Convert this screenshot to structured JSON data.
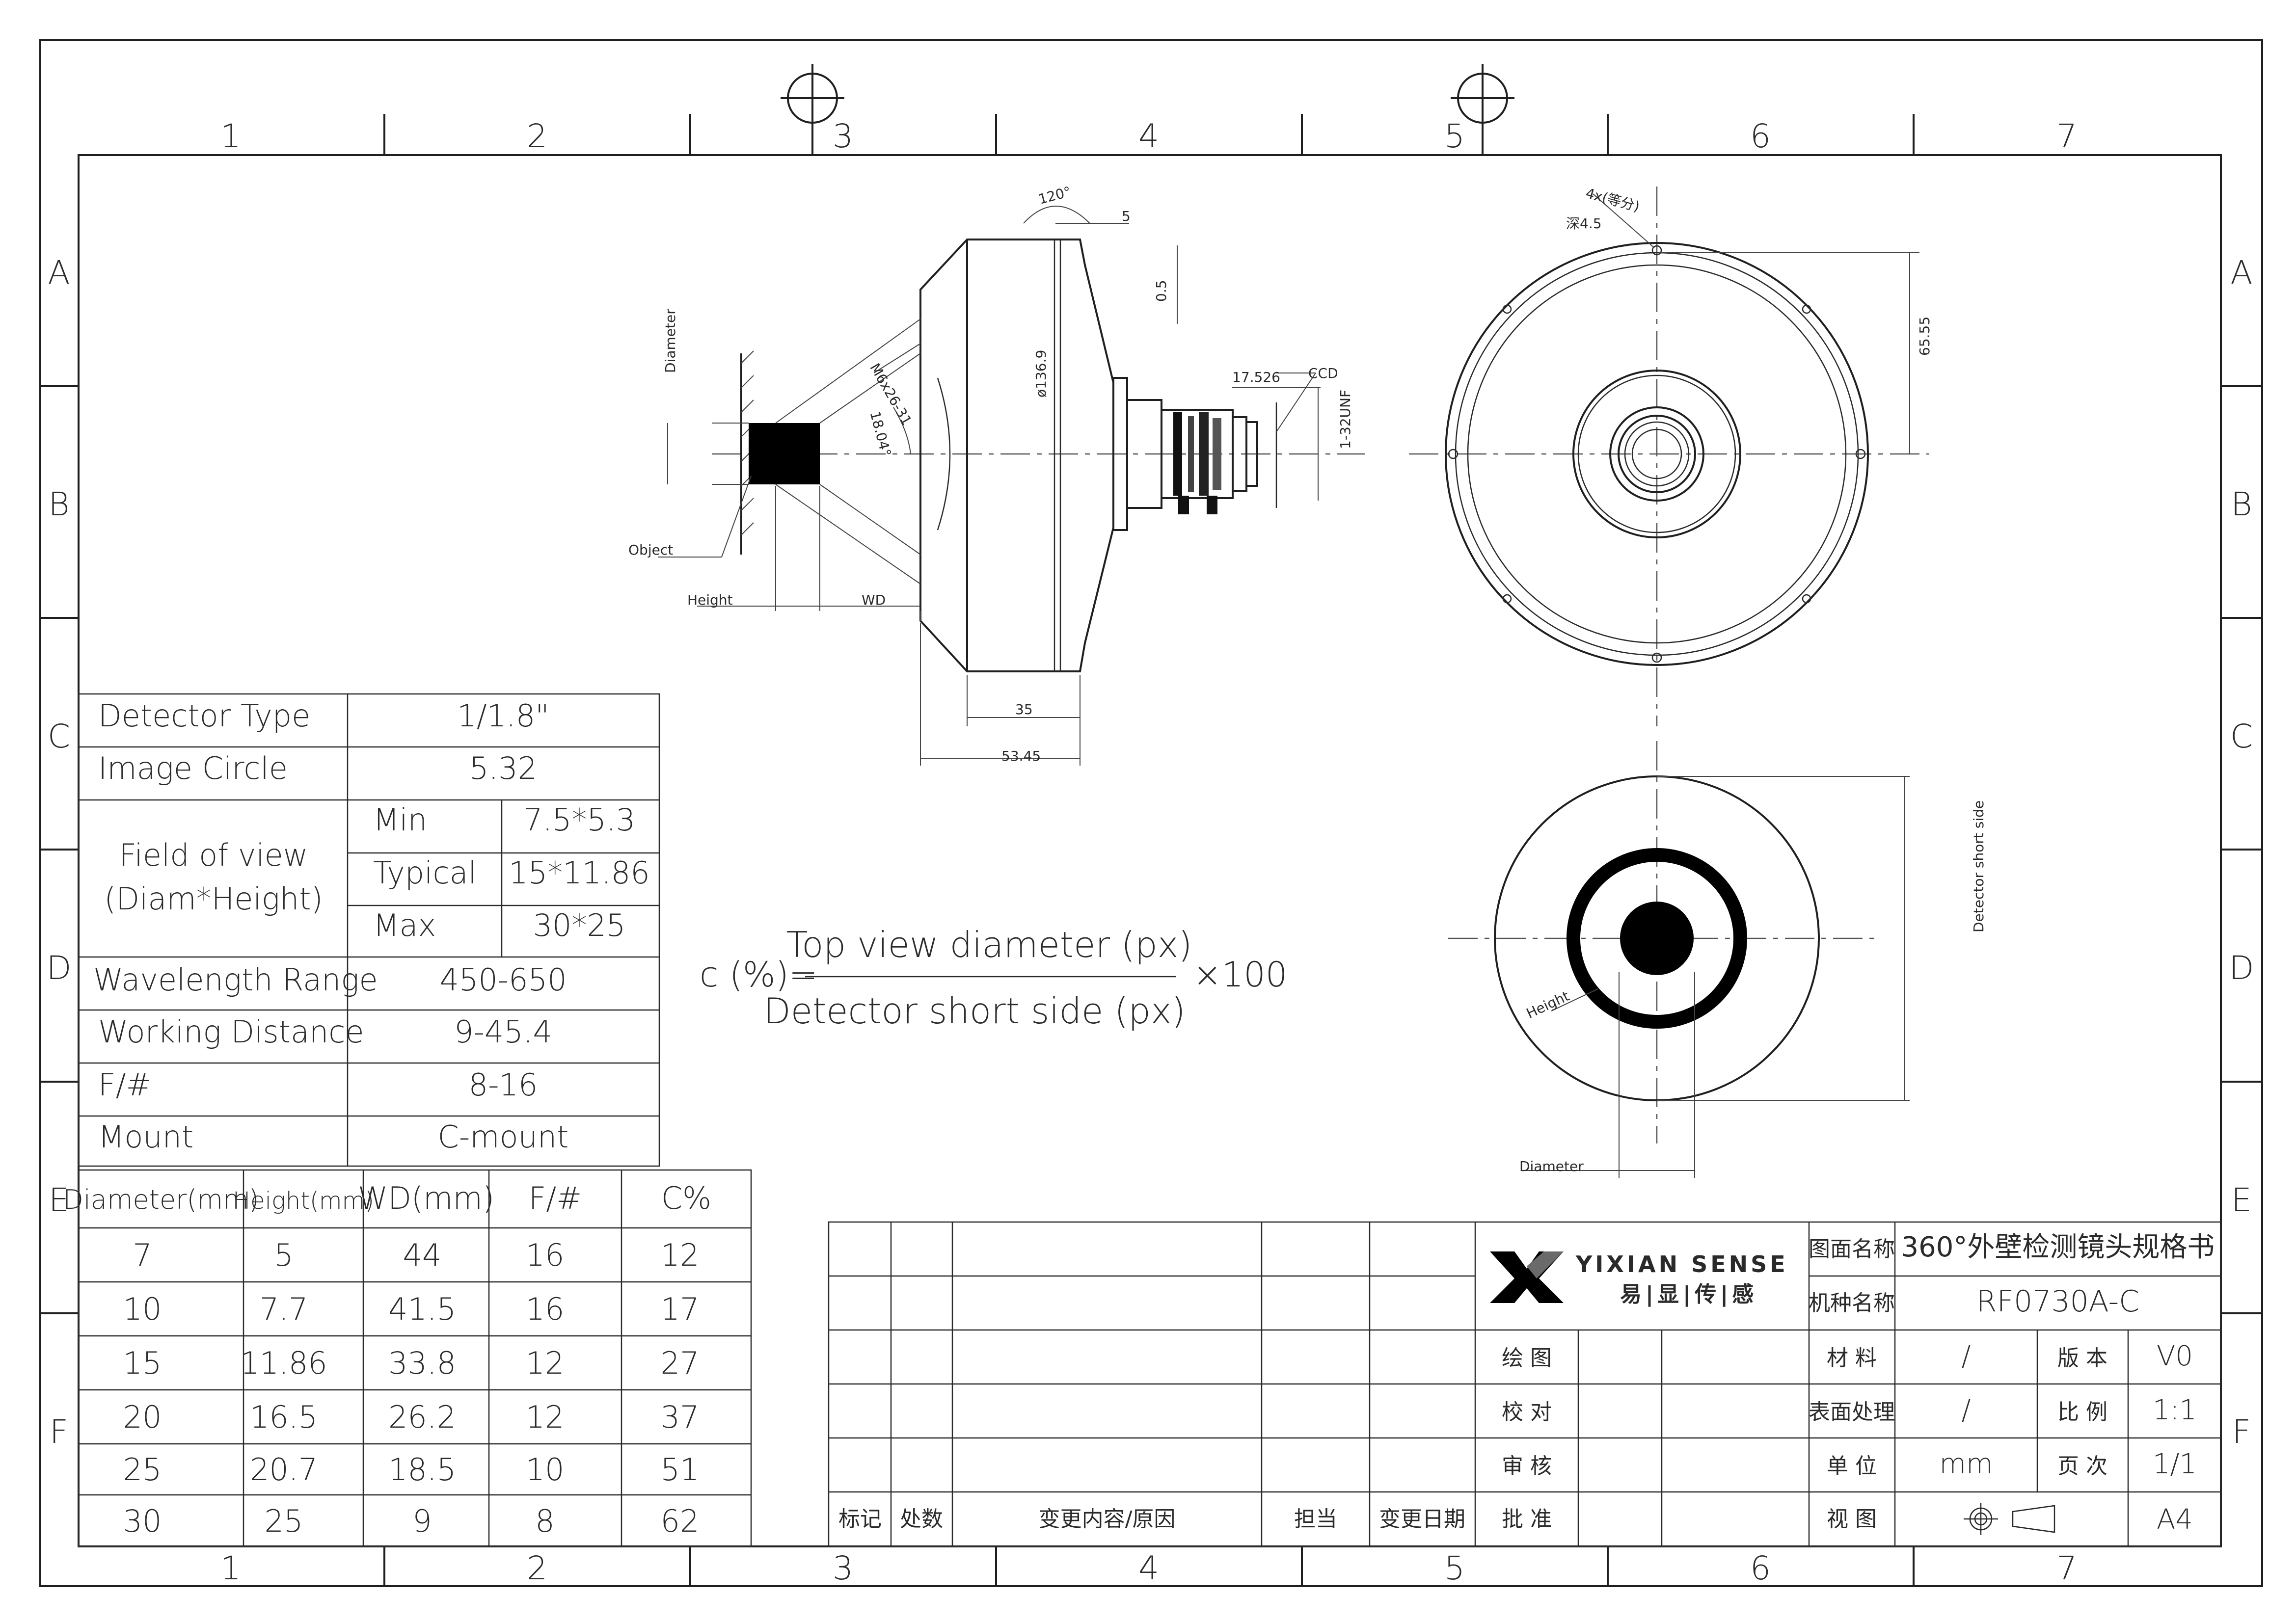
{
  "zones": {
    "columns": [
      "1",
      "2",
      "3",
      "4",
      "5",
      "6",
      "7"
    ],
    "rows": [
      "A",
      "B",
      "C",
      "D",
      "E",
      "F"
    ]
  },
  "spec_table": {
    "detector_type": {
      "label": "Detector Type",
      "value": "1/1.8\""
    },
    "image_circle": {
      "label": "Image Circle",
      "value": "5.32"
    },
    "fov": {
      "label_line1": "Field of view",
      "label_line2": "(Diam*Height)",
      "rows": [
        {
          "name": "Min",
          "value": "7.5*5.3"
        },
        {
          "name": "Typical",
          "value": "15*11.86"
        },
        {
          "name": "Max",
          "value": "30*25"
        }
      ]
    },
    "wavelength": {
      "label": "Wavelength Range",
      "value": "450-650"
    },
    "working_distance": {
      "label": "Working Distance",
      "value": "9-45.4"
    },
    "fnum": {
      "label": "F/#",
      "value": "8-16"
    },
    "mount": {
      "label": "Mount",
      "value": "C-mount"
    }
  },
  "data_table": {
    "headers": [
      "Diameter(mm)",
      "Height(mm)",
      "WD(mm)",
      "F/#",
      "C%"
    ],
    "rows": [
      [
        "7",
        "5",
        "44",
        "16",
        "12"
      ],
      [
        "10",
        "7.7",
        "41.5",
        "16",
        "17"
      ],
      [
        "15",
        "11.86",
        "33.8",
        "12",
        "27"
      ],
      [
        "20",
        "16.5",
        "26.2",
        "12",
        "37"
      ],
      [
        "25",
        "20.7",
        "18.5",
        "10",
        "51"
      ],
      [
        "30",
        "25",
        "9",
        "8",
        "62"
      ]
    ]
  },
  "formula": {
    "lhs": "c (%)=",
    "numerator": "Top view diameter (px)",
    "denominator": "Detector short side (px)",
    "multiplier": "×100"
  },
  "side_view": {
    "labels": {
      "diameter": "Diameter",
      "object": "Object",
      "height": "Height",
      "wd": "WD",
      "ccd": "CCD"
    },
    "dimensions": {
      "angle_top": "120°",
      "dim_5": "5",
      "dim_05": "0.5",
      "thread": "M6x26-31",
      "angle_mid": "18.04°",
      "dia": "ø136.9",
      "d17526": "17.526",
      "inf": "1-32UNF",
      "d35": "35",
      "d5345": "53.45"
    }
  },
  "front_view": {
    "holes_note": "4x(等分)",
    "depth_note": "深4.5",
    "dim": "65.55"
  },
  "result_view": {
    "height": "Height",
    "detector_short_side": "Detector short side",
    "diameter": "Diameter"
  },
  "title_block": {
    "company": "YIXIAN SENSE",
    "company_cn": "易|显|传|感",
    "drawing_name_label": "图面名称",
    "drawing_name": "360°外壁检测镜头规格书",
    "model_label": "机种名称",
    "model": "RF0730A-C",
    "draw_label": "绘 图",
    "check_label": "校 对",
    "review_label": "审 核",
    "approve_label": "批 准",
    "material_label": "材 料",
    "material": "/",
    "version_label": "版 本",
    "version": "V0",
    "surface_label": "表面处理",
    "surface": "/",
    "scale_label": "比 例",
    "scale": "1:1",
    "unit_label": "单 位",
    "unit": "mm",
    "page_label": "页 次",
    "page": "1/1",
    "view_label": "视 图",
    "size": "A4",
    "rev_headers": [
      "标记",
      "处数",
      "变更内容/原因",
      "担当",
      "变更日期"
    ]
  },
  "colors": {
    "line": "#1f1f1f",
    "fill": "#000000",
    "paper": "#ffffff"
  }
}
